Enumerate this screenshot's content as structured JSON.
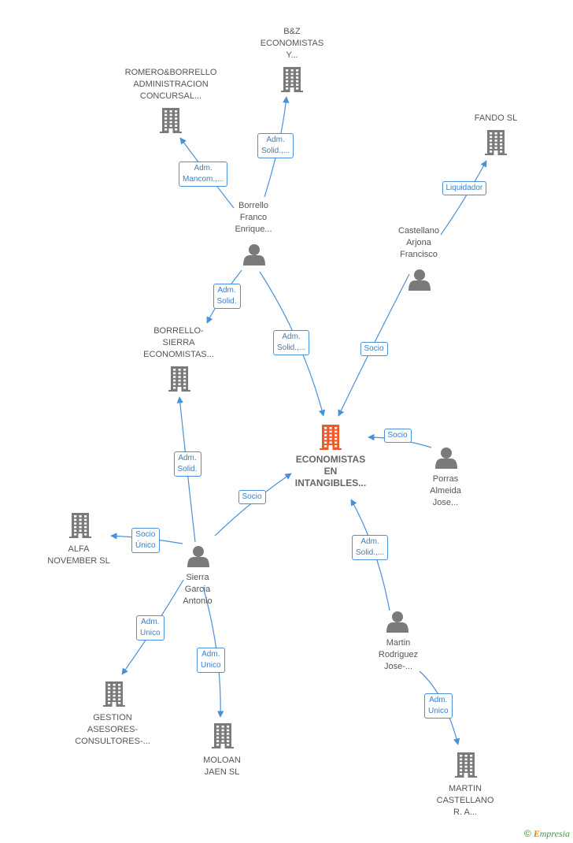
{
  "nodes": [
    {
      "id": "center",
      "kind": "company",
      "highlight": true,
      "lines": [
        "ECONOMISTAS",
        "EN",
        "INTANGIBLES..."
      ]
    },
    {
      "id": "bz",
      "kind": "company",
      "lines": [
        "B&Z",
        "ECONOMISTAS",
        "Y..."
      ]
    },
    {
      "id": "romero",
      "kind": "company",
      "lines": [
        "ROMERO&BORRELLO",
        "ADMINISTRACION",
        "CONCURSAL..."
      ]
    },
    {
      "id": "fando",
      "kind": "company",
      "lines": [
        "FANDO  SL"
      ]
    },
    {
      "id": "borrello_p",
      "kind": "person",
      "lines": [
        "Borrello",
        "Franco",
        "Enrique..."
      ]
    },
    {
      "id": "castellano",
      "kind": "person",
      "lines": [
        "Castellano",
        "Arjona",
        "Francisco"
      ]
    },
    {
      "id": "borrello_s",
      "kind": "company",
      "lines": [
        "BORRELLO-",
        "SIERRA",
        "ECONOMISTAS..."
      ]
    },
    {
      "id": "porras",
      "kind": "person",
      "lines": [
        "Porras",
        "Almeida",
        "Jose..."
      ]
    },
    {
      "id": "alfa",
      "kind": "company",
      "lines": [
        "ALFA",
        "NOVEMBER SL"
      ]
    },
    {
      "id": "sierra",
      "kind": "person",
      "lines": [
        "Sierra",
        "Garcia",
        "Antonio"
      ]
    },
    {
      "id": "martin_r",
      "kind": "person",
      "lines": [
        "Martin",
        "Rodriguez",
        "Jose-..."
      ]
    },
    {
      "id": "gestion",
      "kind": "company",
      "lines": [
        "GESTION",
        "ASESORES-",
        "CONSULTORES-..."
      ]
    },
    {
      "id": "moloan",
      "kind": "company",
      "lines": [
        "MOLOAN",
        "JAEN SL"
      ]
    },
    {
      "id": "martin_c",
      "kind": "company",
      "lines": [
        "MARTIN",
        "CASTELLANO",
        "R.  A..."
      ]
    }
  ],
  "edges": [
    {
      "from": "borrello_p",
      "to": "bz",
      "lines": [
        "Adm.",
        "Solid.,..."
      ]
    },
    {
      "from": "borrello_p",
      "to": "romero",
      "lines": [
        "Adm.",
        "Mancom.,..."
      ]
    },
    {
      "from": "castellano",
      "to": "fando",
      "lines": [
        "Liquidador"
      ]
    },
    {
      "from": "borrello_p",
      "to": "borrello_s",
      "lines": [
        "Adm.",
        "Solid."
      ]
    },
    {
      "from": "borrello_p",
      "to": "center",
      "lines": [
        "Adm.",
        "Solid.,..."
      ]
    },
    {
      "from": "castellano",
      "to": "center",
      "lines": [
        "Socio"
      ]
    },
    {
      "from": "porras",
      "to": "center",
      "lines": [
        "Socio"
      ]
    },
    {
      "from": "sierra",
      "to": "borrello_s",
      "lines": [
        "Adm.",
        "Solid."
      ]
    },
    {
      "from": "sierra",
      "to": "center",
      "lines": [
        "Socio"
      ]
    },
    {
      "from": "sierra",
      "to": "alfa",
      "lines": [
        "Socio",
        "Único"
      ]
    },
    {
      "from": "martin_r",
      "to": "center",
      "lines": [
        "Adm.",
        "Solid.,..."
      ]
    },
    {
      "from": "sierra",
      "to": "gestion",
      "lines": [
        "Adm.",
        "Unico"
      ]
    },
    {
      "from": "sierra",
      "to": "moloan",
      "lines": [
        "Adm.",
        "Unico"
      ]
    },
    {
      "from": "martin_r",
      "to": "martin_c",
      "lines": [
        "Adm.",
        "Unico"
      ]
    }
  ],
  "colors": {
    "edge": "#4a90d9",
    "node_icon": "#7a7a7a",
    "highlight_icon": "#f05a28"
  },
  "icons": {
    "company": "building-icon",
    "person": "person-icon"
  },
  "brand": {
    "copyright": "©",
    "name_initial": "E",
    "name_rest": "mpresia"
  }
}
